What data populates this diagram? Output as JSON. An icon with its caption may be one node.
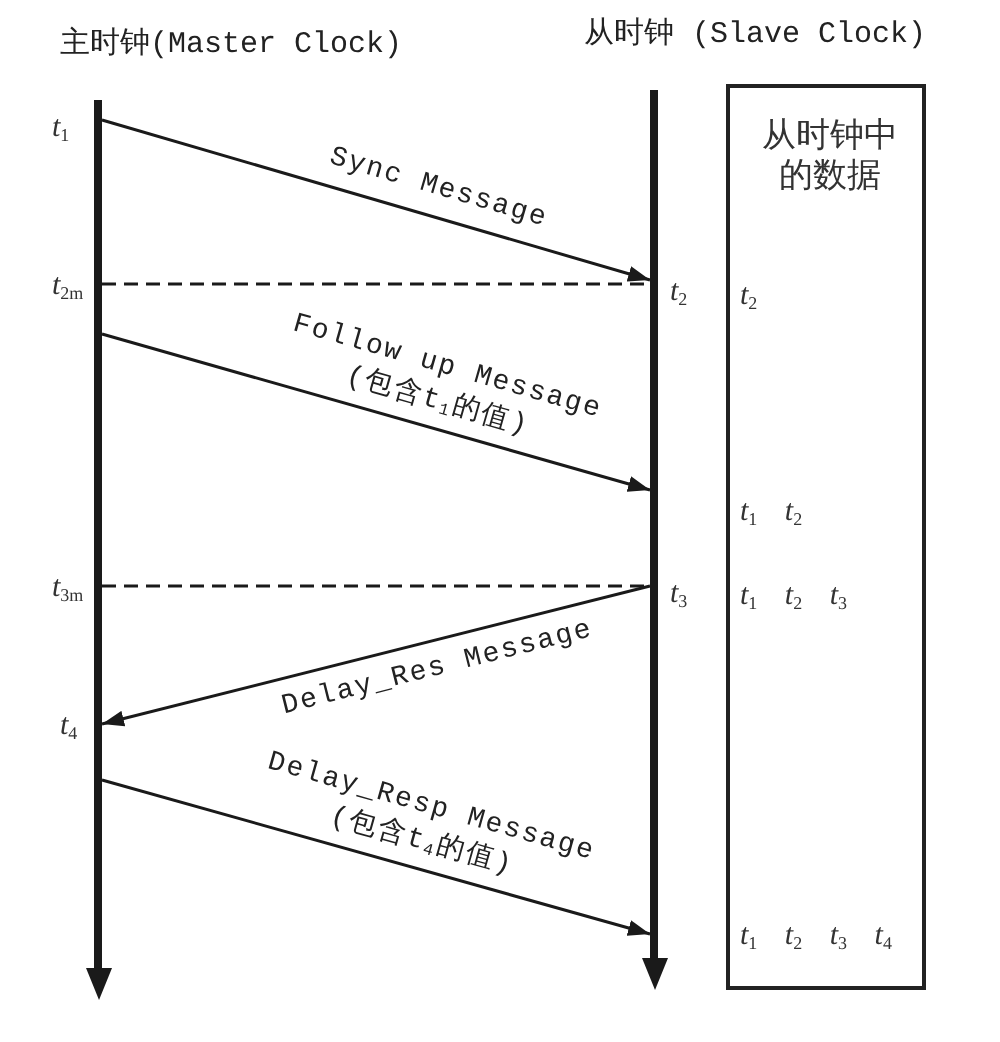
{
  "diagram": {
    "nodes": [
      {
        "text": [
          "主时钟(Master Clock)"
        ],
        "beside": [
          "t$_{1}$",
          "t$_{2m}$",
          "t$_{3m}$",
          "t$_{4}$"
        ]
      },
      {
        "text": [
          "从时钟 (Slave Clock)"
        ],
        "beside": [
          "t$_{2}$",
          "t$_{3}$"
        ]
      },
      {
        "text": [
          "从时钟中的数据",
          "t$_{2}$",
          "t$_{1}$ t$_{2}$",
          "t$_{1}$ t$_{2}$ t$_{3}$",
          "t$_{1}$ t$_{2}$ t$_{3}$ t$_{4}$"
        ]
      }
    ],
    "edges": [
      {
        "from": 0,
        "to": 1,
        "arrow": "to",
        "label": "Sync Message"
      },
      {
        "from": 0,
        "to": 1,
        "arrow": "none",
        "style": "dashed"
      },
      {
        "from": 0,
        "to": 1,
        "arrow": "to",
        "label": "Follow up Message (包含t$_{1}$的值)"
      },
      {
        "from": 0,
        "to": 1,
        "arrow": "none",
        "style": "dashed"
      },
      {
        "from": 1,
        "to": 0,
        "arrow": "to",
        "label": "Delay_Res Message"
      },
      {
        "from": 0,
        "to": 1,
        "arrow": "to",
        "label": "Delay_Resp Message (包含t$_{4}$的值)"
      }
    ]
  }
}
